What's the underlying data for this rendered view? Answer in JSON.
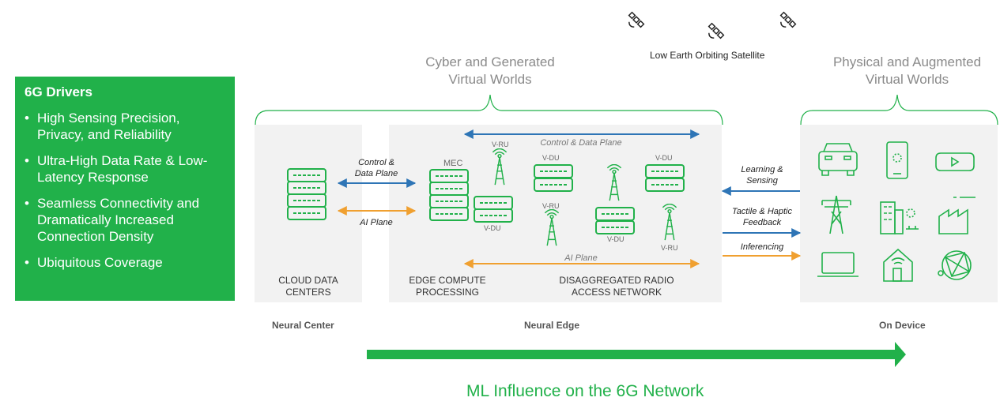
{
  "drivers": {
    "title": "6G Drivers",
    "items": [
      "High Sensing Precision, Privacy, and Reliability",
      "Ultra-High Data Rate & Low- Latency Response",
      "Seamless Connectivity and Dramatically Increased Connection Density",
      "Ubiquitous Coverage"
    ]
  },
  "headers": {
    "left_line1": "Cyber and Generated",
    "left_line2": "Virtual Worlds",
    "right_line1": "Physical and Augmented",
    "right_line2": "Virtual Worlds"
  },
  "satellite_label": "Low Earth Orbiting Satellite",
  "cloud_label_line1": "CLOUD DATA",
  "cloud_label_line2": "CENTERS",
  "edge_label_line1": "EDGE COMPUTE",
  "edge_label_line2": "PROCESSING",
  "ran_label_line1": "DISAGGREGATED RADIO",
  "ran_label_line2": "ACCESS NETWORK",
  "planes": {
    "control_line1": "Control &",
    "control_line2": "Data Plane",
    "ai": "AI Plane",
    "control_data_plane": "Control & Data Plane",
    "ai_bottom": "AI Plane"
  },
  "node_labels": {
    "mec": "MEC",
    "vru": "V-RU",
    "vdu": "V-DU"
  },
  "device_links": {
    "learning_line1": "Learning &",
    "learning_line2": "Sensing",
    "tactile_line1": "Tactile & Haptic",
    "tactile_line2": "Feedback",
    "inferencing": "Inferencing"
  },
  "bottom": {
    "neural_center": "Neural Center",
    "neural_edge": "Neural Edge",
    "on_device": "On Device",
    "ml_title": "ML Influence on the 6G Network"
  },
  "colors": {
    "green": "#21b14a",
    "blue": "#2e75b6",
    "orange": "#f0a030",
    "panel": "#f2f2f2"
  },
  "icons": [
    "satellite-icon",
    "car-icon",
    "phone-icon",
    "vr-headset-icon",
    "power-tower-icon",
    "smart-building-icon",
    "factory-icon",
    "laptop-icon",
    "smart-home-icon",
    "network-globe-icon",
    "server-icon",
    "cell-tower-icon"
  ]
}
